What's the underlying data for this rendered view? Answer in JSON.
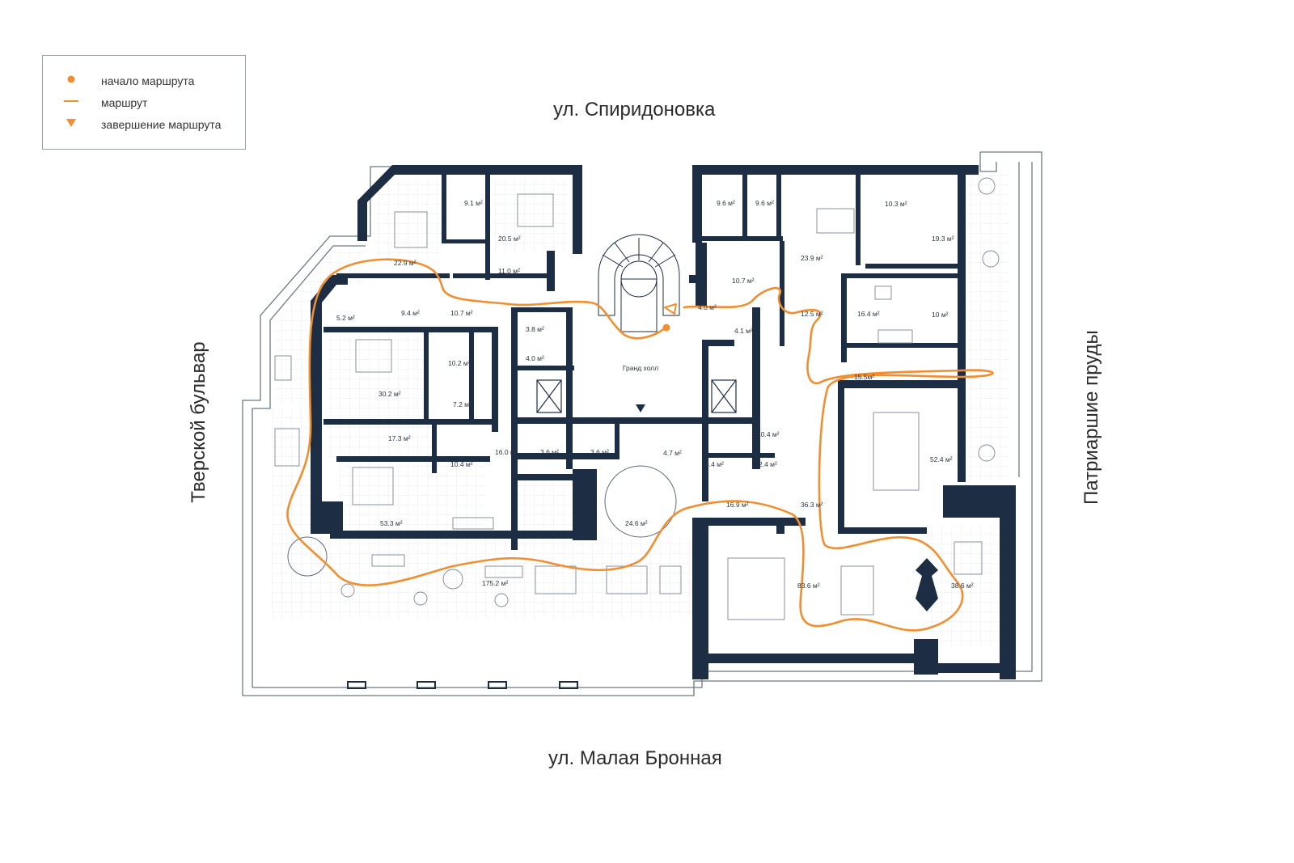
{
  "legend": {
    "items": [
      {
        "label": "начало маршрута",
        "icon": "route-start-dot-icon"
      },
      {
        "label": "маршрут",
        "icon": "route-line-icon"
      },
      {
        "label": "завершение маршрута",
        "icon": "route-end-triangle-icon"
      }
    ]
  },
  "streets": {
    "top": "ул. Спиридоновка",
    "bottom": "ул. Малая Бронная",
    "left": "Тверской бульвар",
    "right": "Патриаршие пруды"
  },
  "hall_label": "Гранд холл",
  "rooms": [
    "22.9 м²",
    "9.1 м²",
    "20.5 м²",
    "11.0 м²",
    "5.2 м²",
    "9.4 м²",
    "10.7 м²",
    "30.2 м²",
    "10.2 м²",
    "7.2 м²",
    "17.3 м²",
    "10.4 м²",
    "16.0 м²",
    "53.3 м²",
    "3.8 м²",
    "4.0 м²",
    "3.6 м²",
    "3.6 м²",
    "24.6 м²",
    "175.2 м²",
    "9.6 м²",
    "9.6 м²",
    "23.9 м²",
    "10.3 м²",
    "19.3 м²",
    "10.7 м²",
    "4.0 м²",
    "4.1 м²",
    "12.5 м²",
    "16.4 м²",
    "10 м²",
    "15.5м²",
    "52.4 м²",
    "4.7 м²",
    "4.4 м²",
    "2.4 м²",
    "10.4 м²",
    "36.3 м²",
    "16.9 м²",
    "83.6 м²",
    "38.6 м²"
  ],
  "colors": {
    "wall": "#1d2d44",
    "route": "#ef8f32",
    "outline": "#5e6b7a",
    "floor_grid": "#e2e6ea",
    "furniture": "#7d8794"
  }
}
